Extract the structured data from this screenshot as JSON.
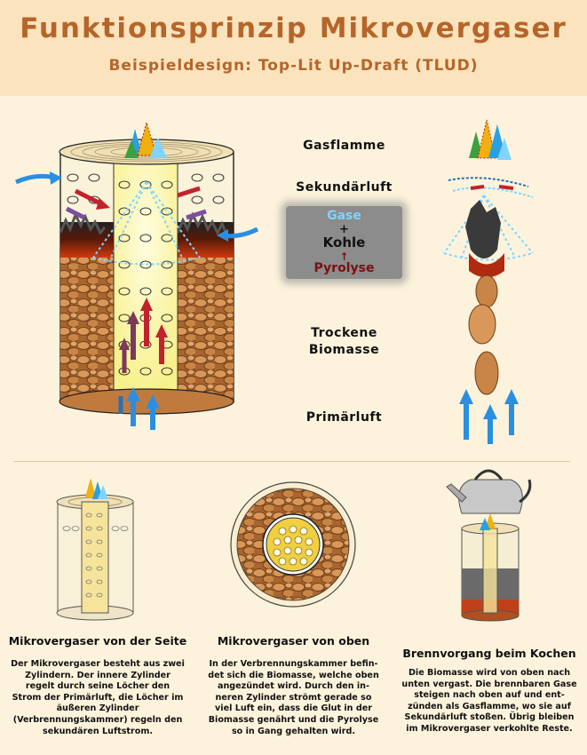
{
  "header": {
    "title": "Funktionsprinzip Mikrovergaser",
    "subtitle": "Beispieldesign: Top-Lit Up-Draft (TLUD)"
  },
  "labels": {
    "gasflamme": "Gasflamme",
    "sekundaerluft": "Sekundärluft",
    "gase": "Gase",
    "plus": "+",
    "kohle": "Kohle",
    "arrow": "↑",
    "pyrolyse": "Pyrolyse",
    "trockene_line1": "Trockene",
    "trockene_line2": "Biomasse",
    "primaerluft": "Primärluft"
  },
  "captions": [
    {
      "title": "Mikrovergaser von der Seite",
      "text": "Der Mikrovergaser besteht aus zwei\nZylindern. Der innere Zylinder\nregelt durch seine Löcher den\nStrom der Primärluft, die Löcher im\näußeren Zylinder\n(Verbrennungskammer) regeln den\nsekundären Luftstrom."
    },
    {
      "title": "Mikrovergaser von oben",
      "text": "In der Verbrennungskammer befin-\ndet sich die Biomasse, welche oben\nangezündet wird. Durch den in-\nneren Zylinder strömt gerade so\nviel Luft ein, dass die Glut in der\nBiomasse genährt und die Pyrolyse\nso in Gang gehalten wird."
    },
    {
      "title": "Brennvorgang beim Kochen",
      "text": "Die Biomasse wird von oben nach\nunten vergast. Die brennbaren Gase\nsteigen nach oben auf und ent-\nzünden als Gasflamme, wo sie auf\nSekundärluft stoßen. Übrig bleiben\nim Mikrovergaser verkohlte Reste."
    }
  ],
  "colors": {
    "title": "#b6652a",
    "background": "#fdf3dc",
    "header_band": "#fbe4bd",
    "gase": "#7fd4ff",
    "pyrolyse": "#7a1010",
    "air_arrow": "#2a8fe0",
    "biomass": "#b8753d",
    "inner_glow": "#fdf7a8"
  }
}
